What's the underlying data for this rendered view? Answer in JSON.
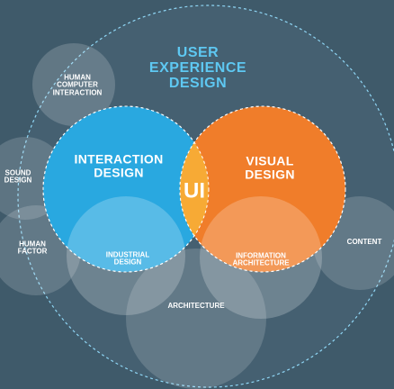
{
  "diagram": {
    "colors": {
      "background": "#3f5a6a",
      "ux_text": "#5ec8f2",
      "interaction": "#29a8e0",
      "visual": "#f07d2a",
      "ui_overlap": "#f7aa35",
      "outline": "#8fd6f5"
    },
    "labels": {
      "ux": "USER\nEXPERIENCE\nDESIGN",
      "hci": "HUMAN\nCOMPUTER\nINTERACTION",
      "sound": "SOUND\nDESIGN",
      "human_factor": "HUMAN\nFACTOR",
      "interaction": "INTERACTION\nDESIGN",
      "visual": "VISUAL\nDESIGN",
      "ui": "UI",
      "industrial": "INDUSTRIAL\nDESIGN",
      "information": "INFORMATION\nARCHITECTURE",
      "content": "CONTENT",
      "architecture": "ARCHITECTURE"
    }
  }
}
